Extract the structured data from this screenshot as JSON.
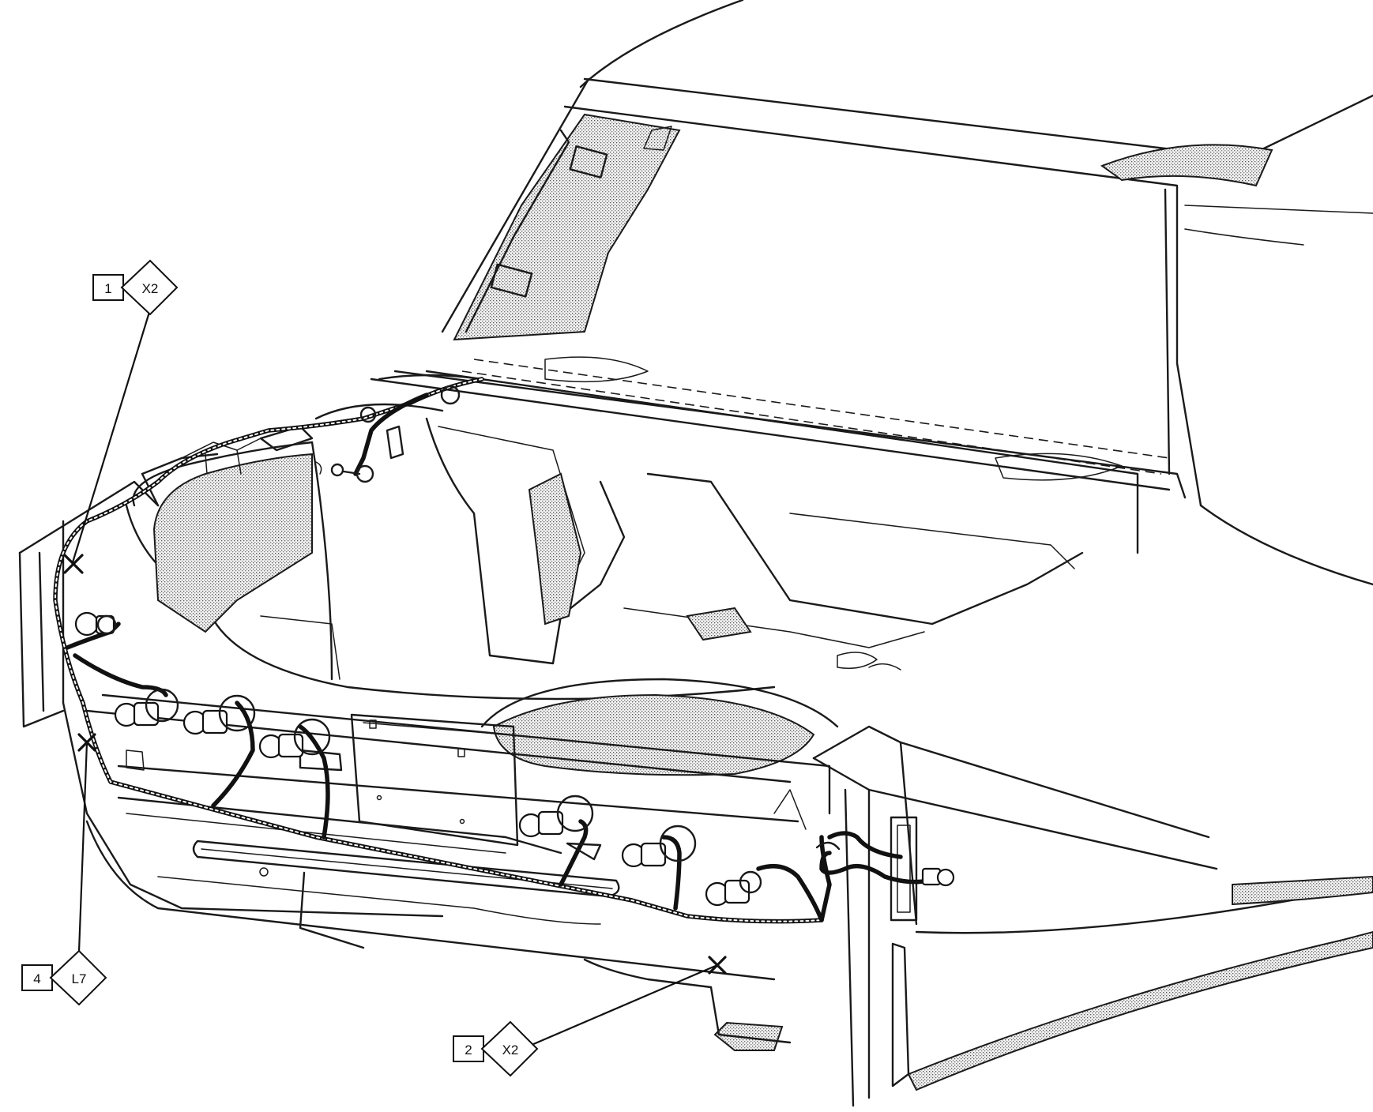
{
  "callouts": [
    {
      "number": "1",
      "code": "X2"
    },
    {
      "number": "2",
      "code": "X2"
    },
    {
      "number": "4",
      "code": "L7"
    }
  ]
}
